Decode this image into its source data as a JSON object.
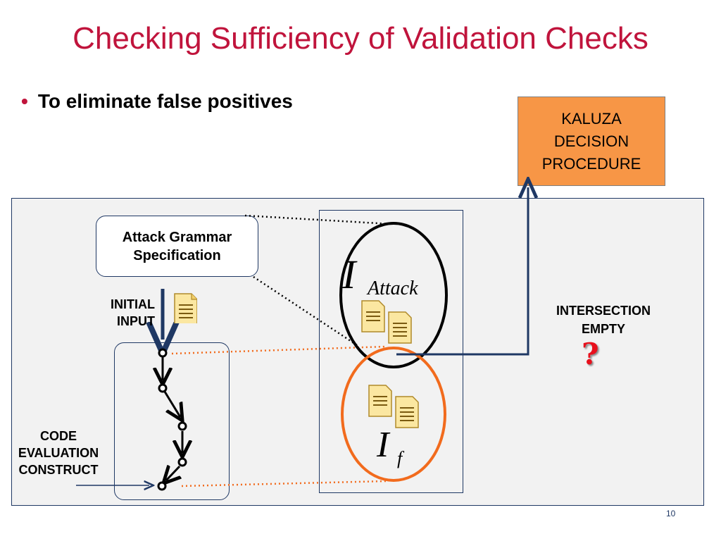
{
  "slide": {
    "title": "Checking Sufficiency of Validation Checks",
    "bullet": "To eliminate false positives",
    "slide_number": "10"
  },
  "diagram": {
    "kaluza": {
      "line1": "KALUZA",
      "line2": "DECISION",
      "line3": "PROCEDURE"
    },
    "grammar": {
      "line1": "Attack Grammar",
      "line2": "Specification"
    },
    "initial_input": {
      "line1": "INITIAL",
      "line2": "INPUT"
    },
    "code_construct": {
      "line1": "CODE",
      "line2": "EVALUATION",
      "line3": "CONSTRUCT"
    },
    "intersection": {
      "line1": "INTERSECTION",
      "line2": "EMPTY",
      "mark": "?"
    },
    "i_attack": {
      "symbol": "I",
      "subscript": "Attack"
    },
    "i_f": {
      "symbol": "I",
      "subscript": "f"
    },
    "icons": [
      "document-icon",
      "document-stack-icon",
      "question-mark-icon"
    ],
    "colors": {
      "title": "#c0143c",
      "kaluza_fill": "#f79646",
      "navy": "#1f3864",
      "orange_ellipse": "#f26b1d",
      "question": "#e8101c"
    }
  }
}
